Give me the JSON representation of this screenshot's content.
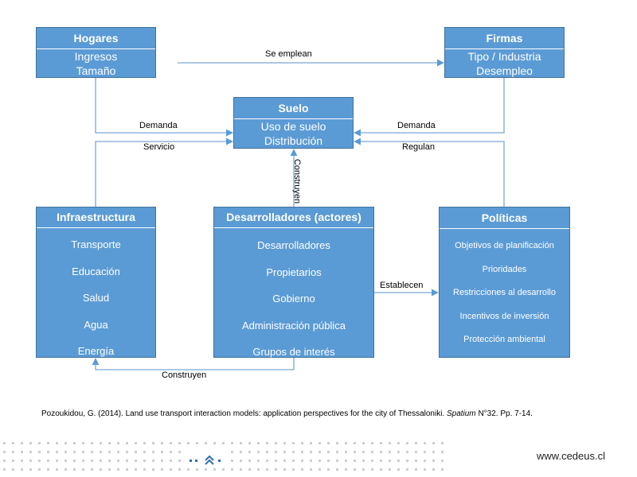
{
  "nodes": {
    "hogares": {
      "title": "Hogares",
      "items": [
        "Ingresos",
        "Tamaño"
      ]
    },
    "firmas": {
      "title": "Firmas",
      "items": [
        "Tipo / Industria",
        "Desempleo"
      ]
    },
    "suelo": {
      "title": "Suelo",
      "items": [
        "Uso de suelo",
        "Distribución"
      ]
    },
    "infraestructura": {
      "title": "Infraestructura",
      "items": [
        "Transporte",
        "Educación",
        "Salud",
        "Agua",
        "Energía"
      ]
    },
    "desarrolladores": {
      "title": "Desarrolladores (actores)",
      "items": [
        "Desarrolladores",
        "Propietarios",
        "Gobierno",
        "Administración pública",
        "Grupos de interés"
      ]
    },
    "politicas": {
      "title": "Políticas",
      "items": [
        "Objetivos de planificación",
        "Prioridades",
        "Restricciones al desarrollo",
        "Incentivos de inversión",
        "Protección ambiental"
      ]
    }
  },
  "edges": {
    "se_emplean": "Se emplean",
    "demanda_left": "Demanda",
    "demanda_right": "Demanda",
    "servicio": "Servicio",
    "regulan": "Regulan",
    "construyen_vertical": "Construyen",
    "establecen": "Establecen",
    "construyen_bottom": "Construyen"
  },
  "citation": {
    "text": "Pozoukidou, G. (2014). Land use transport interaction models: application perspectives for the city of Thessaloniki. ",
    "journal": "Spatium",
    "rest": " N°32. Pp. 7-14."
  },
  "footer": {
    "url": "www.cedeus.cl"
  },
  "colors": {
    "box_fill": "#5b9bd5",
    "box_border": "#41719c",
    "connector": "#7aa7d6",
    "arrowhead": "#5b9bd5"
  }
}
